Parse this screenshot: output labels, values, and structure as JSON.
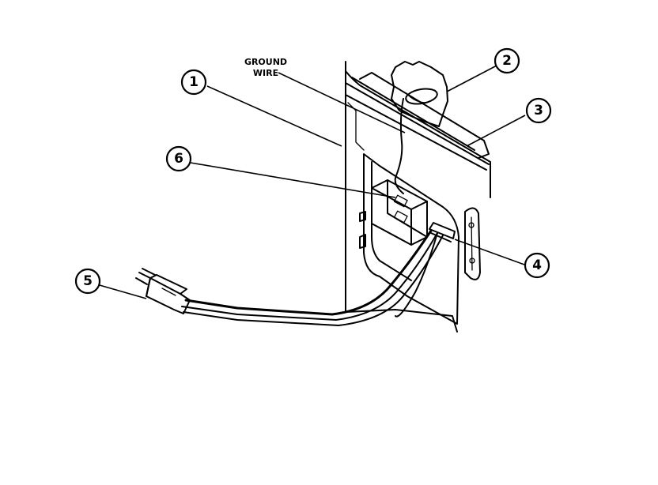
{
  "labels": {
    "ground_wire_line1": "GROUND",
    "ground_wire_line2": "WIRE"
  },
  "callouts": [
    "1",
    "2",
    "3",
    "4",
    "5",
    "6"
  ]
}
